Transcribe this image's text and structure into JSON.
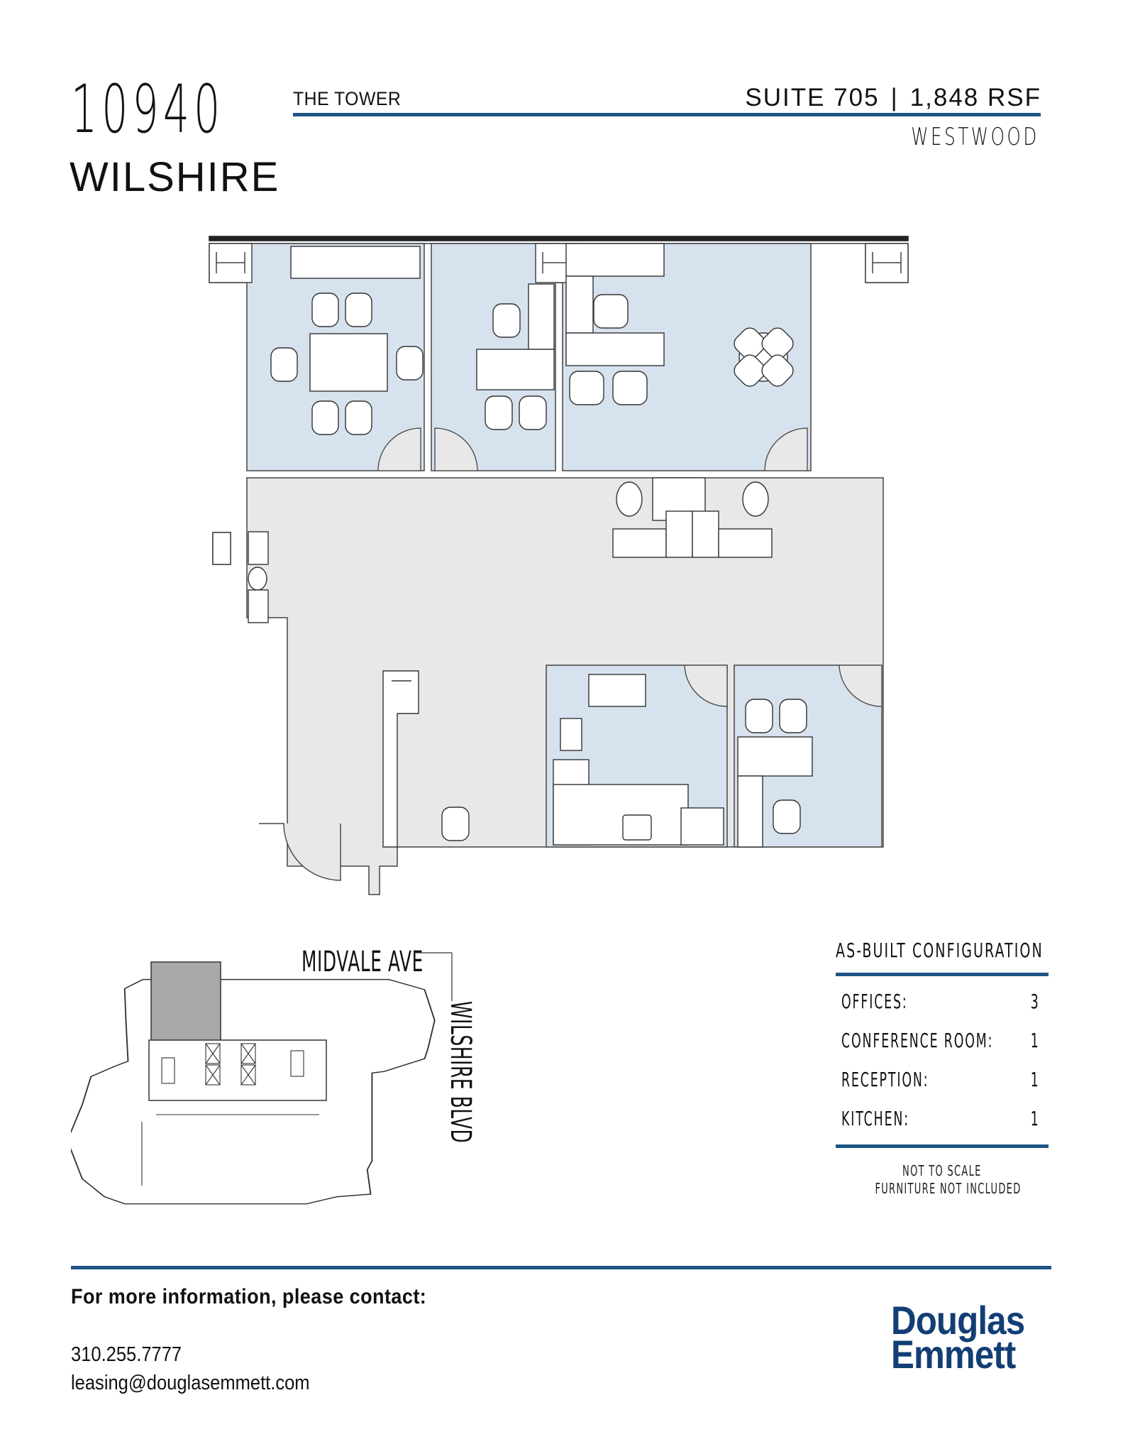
{
  "header": {
    "address_number": "10940",
    "address_street": "WILSHIRE",
    "building_name": "THE TOWER",
    "suite": "SUITE 705",
    "separator": "|",
    "area": "1,848 RSF",
    "neighborhood": "WESTWOOD"
  },
  "floor_plan": {
    "rooms": [
      {
        "type": "conference-room",
        "chairs": 6
      },
      {
        "type": "office",
        "chairs": 3
      },
      {
        "type": "office",
        "chairs": 3,
        "round_table_chairs": 4
      },
      {
        "type": "reception",
        "workstations": 2,
        "lounge_chairs": 2
      },
      {
        "type": "kitchen"
      },
      {
        "type": "office",
        "chairs": 3
      }
    ],
    "colors": {
      "room_fill": "#d6e2ee",
      "common_fill": "#e8e8e8",
      "wall_stroke": "#444444"
    }
  },
  "key_plan": {
    "street_top": "MIDVALE AVE",
    "street_right": "WILSHIRE BLVD",
    "highlight_color": "#a9a9a9"
  },
  "configuration": {
    "title": "AS-BUILT CONFIGURATION",
    "rows": [
      {
        "label": "OFFICES:",
        "value": "3"
      },
      {
        "label": "CONFERENCE ROOM:",
        "value": "1"
      },
      {
        "label": "RECEPTION:",
        "value": "1"
      },
      {
        "label": "KITCHEN:",
        "value": "1"
      }
    ],
    "notes": [
      "NOT TO SCALE",
      "FURNITURE NOT INCLUDED"
    ]
  },
  "footer": {
    "contact_lead": "For more information, please contact:",
    "phone": "310.255.7777",
    "email": "leasing@douglasemmett.com",
    "logo_line1": "Douglas",
    "logo_line2": "Emmett"
  },
  "colors": {
    "accent_rule": "#1f5585",
    "logo": "#123e75"
  }
}
